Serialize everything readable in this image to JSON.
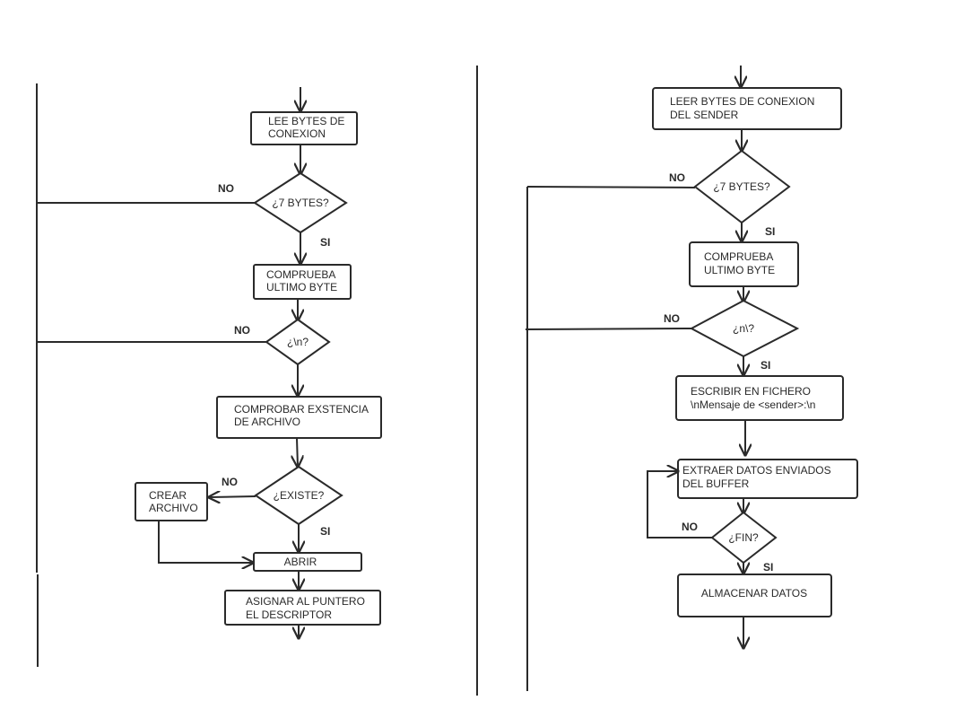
{
  "left": {
    "box_lee": [
      "LEE BYTES DE",
      "CONEXION"
    ],
    "dec_7bytes": "¿7 BYTES?",
    "box_comprueba": [
      "COMPRUEBA",
      "ULTIMO BYTE"
    ],
    "dec_n": "¿\\n?",
    "box_comprobar": [
      "COMPROBAR EXSTENCIA",
      "DE ARCHIVO"
    ],
    "dec_existe": "¿EXISTE?",
    "box_crear": [
      "CREAR",
      "ARCHIVO"
    ],
    "box_abrir": "ABRIR",
    "box_asignar": [
      "ASIGNAR  AL PUNTERO",
      "EL DESCRIPTOR"
    ],
    "labels": {
      "no1": "NO",
      "si1": "SI",
      "no2": "NO",
      "no3": "NO",
      "si3": "SI"
    }
  },
  "right": {
    "box_leer": [
      "LEER BYTES DE  CONEXION",
      "DEL SENDER"
    ],
    "dec_7bytes": "¿7 BYTES?",
    "box_comprueba": [
      "COMPRUEBA",
      "ULTIMO BYTE"
    ],
    "dec_n": "¿n\\?",
    "box_escribir": [
      "ESCRIBIR EN FICHERO",
      "\\nMensaje de <sender>:\\n"
    ],
    "box_extraer": [
      "EXTRAER DATOS  ENVIADOS",
      "DEL BUFFER"
    ],
    "dec_fin": "¿FIN?",
    "box_almacenar": "ALMACENAR DATOS",
    "labels": {
      "no1": "NO",
      "si1": "SI",
      "no2": "NO",
      "si2": "SI",
      "no3": "NO",
      "si3": "SI"
    }
  }
}
